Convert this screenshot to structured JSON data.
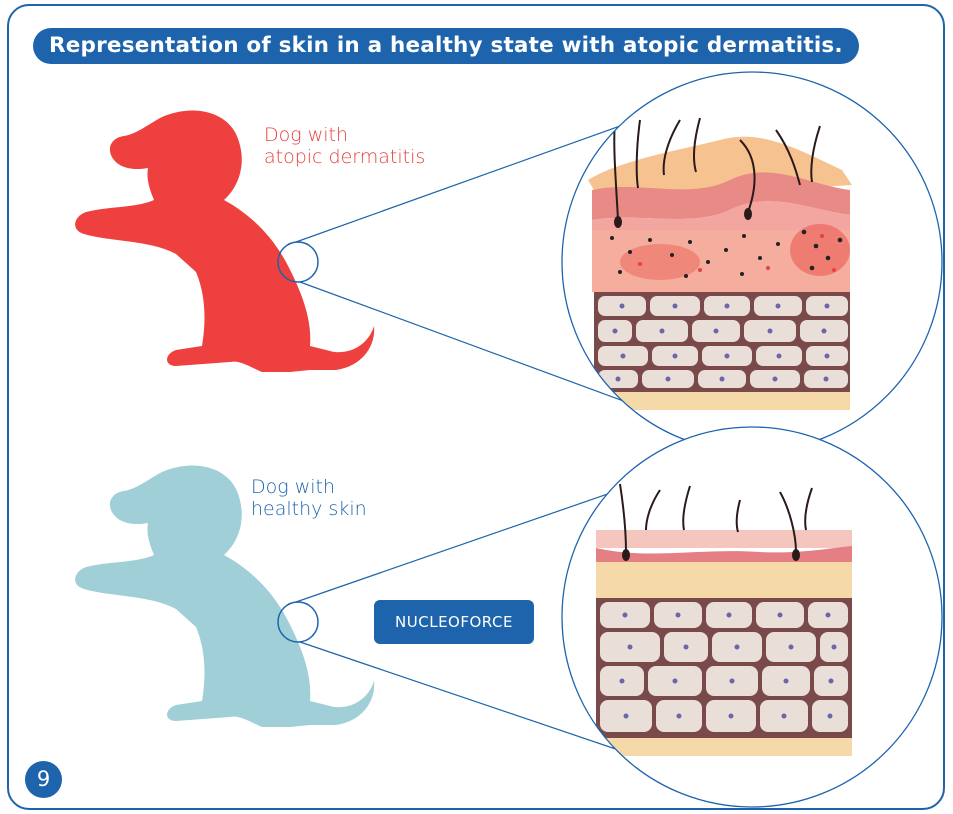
{
  "title": "Representation of skin in a healthy state with atopic dermatitis.",
  "panels": {
    "atopic": {
      "label": "Dog with\natopic dermatitis",
      "dog_color": "#ef4040"
    },
    "healthy": {
      "label": "Dog with\nhealthy skin",
      "dog_color": "#a0cfd8"
    }
  },
  "treatment_badge": "NUCLEOFORCE",
  "page_number": "9",
  "colors": {
    "accent": "#1d64ad",
    "atopic_text": "#e8403c",
    "healthy_text": "#1d64ad",
    "skin_top": "#f6c28f",
    "dermis_pink": "#f3a6a0",
    "cell_fill": "#eaded8",
    "cell_border": "#7a4a4a",
    "nucleus": "#6a66a8"
  },
  "icons": {
    "dog_silhouette": "sitting-dog-icon",
    "magnifier": "zoom-circle-icon"
  }
}
